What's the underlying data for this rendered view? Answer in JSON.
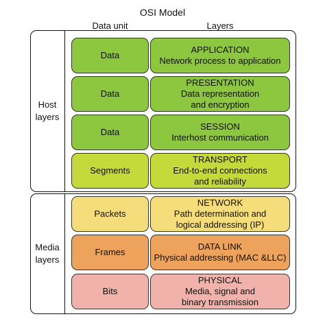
{
  "title": "OSI Model",
  "columns": {
    "data_unit": "Data unit",
    "layers": "Layers"
  },
  "groups": {
    "host": "Host\nlayers",
    "media": "Media\nlayers"
  },
  "rows": [
    {
      "unit": "Data",
      "name": "APPLICATION",
      "desc": "Network process to application",
      "color": "#8dc63f"
    },
    {
      "unit": "Data",
      "name": "PRESENTATION",
      "desc": "Data representation\nand encryption",
      "color": "#8dc63f"
    },
    {
      "unit": "Data",
      "name": "SESSION",
      "desc": "Interhost communication",
      "color": "#8dc63f"
    },
    {
      "unit": "Segments",
      "name": "TRANSPORT",
      "desc": "End-to-end connections\nand reliability",
      "color": "#c3da3a"
    },
    {
      "unit": "Packets",
      "name": "NETWORK",
      "desc": "Path determination and\nlogical addressing (IP)",
      "color": "#f6dd7c"
    },
    {
      "unit": "Frames",
      "name": "DATA LINK",
      "desc": "Physical addressing (MAC &LLC)",
      "color": "#eea35c"
    },
    {
      "unit": "Bits",
      "name": "PHYSICAL",
      "desc": "Media, signal and\nbinary transmission",
      "color": "#f2b2ac"
    }
  ]
}
